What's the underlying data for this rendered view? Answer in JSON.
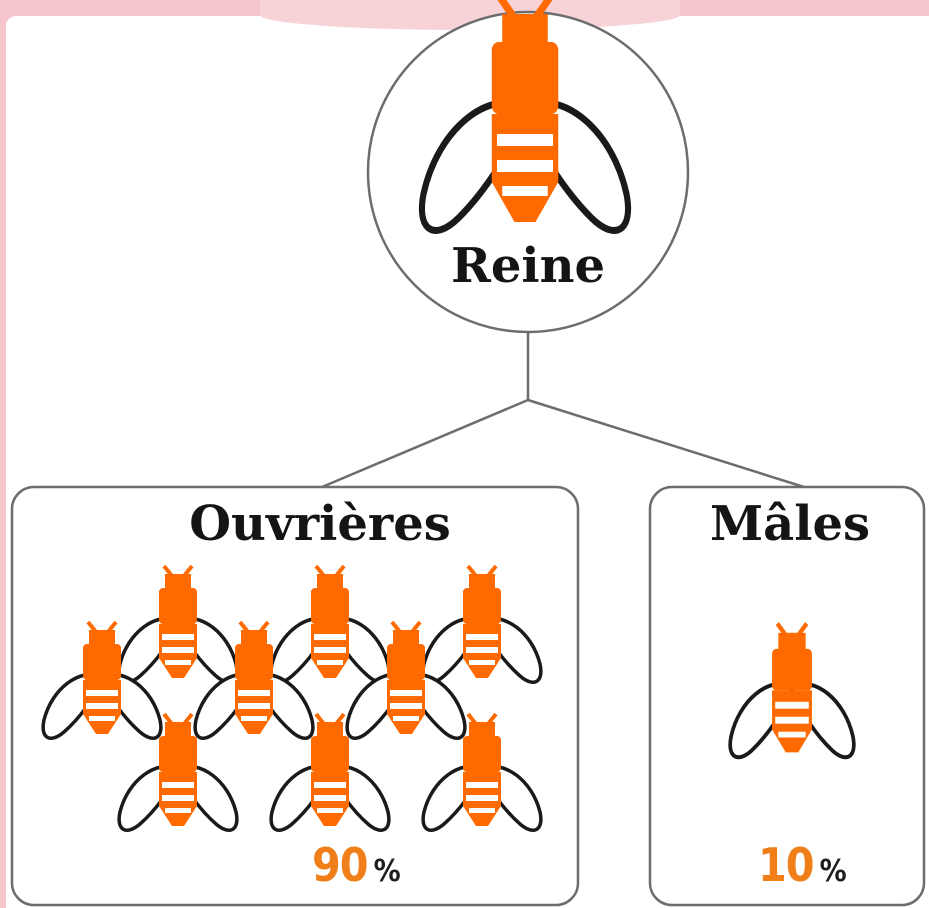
{
  "queen": {
    "label": "Reine"
  },
  "workers": {
    "label": "Ouvrières",
    "percent": "90",
    "percent_sign": "%",
    "bee_count": 9
  },
  "males": {
    "label": "Mâles",
    "percent": "10",
    "percent_sign": "%",
    "bee_count": 1
  },
  "colors": {
    "bee_orange": "#ff6a00",
    "stripe_white": "#ffffff",
    "outline": "#666666",
    "page_background": "#f4c6cc",
    "percent_number": "#f07f19"
  },
  "icons": [
    "bee-icon"
  ]
}
